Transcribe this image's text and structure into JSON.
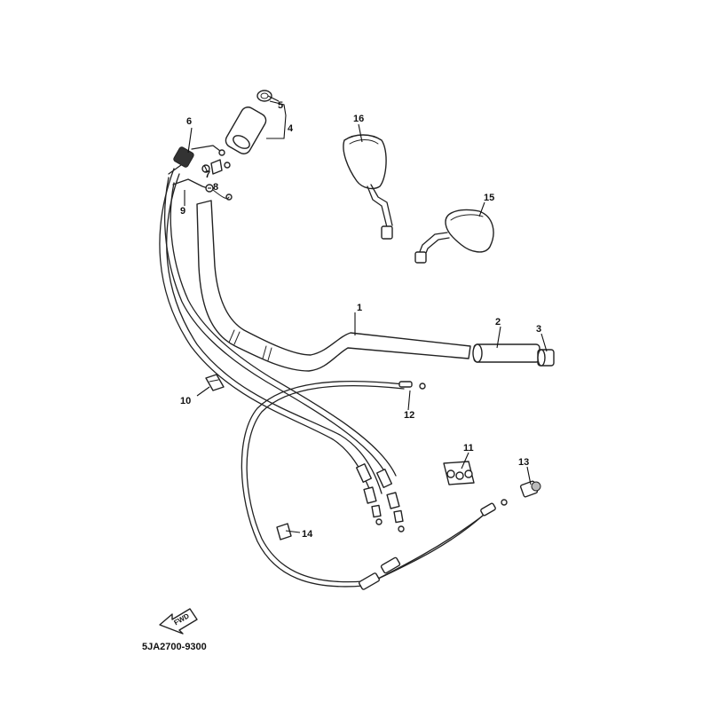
{
  "diagram": {
    "catalog_code": "5JA2700-9300",
    "direction_label": "FWD",
    "parts": [
      {
        "ref": "1"
      },
      {
        "ref": "2"
      },
      {
        "ref": "3"
      },
      {
        "ref": "4"
      },
      {
        "ref": "5"
      },
      {
        "ref": "6"
      },
      {
        "ref": "7"
      },
      {
        "ref": "8"
      },
      {
        "ref": "9"
      },
      {
        "ref": "10"
      },
      {
        "ref": "11"
      },
      {
        "ref": "12"
      },
      {
        "ref": "13"
      },
      {
        "ref": "14"
      },
      {
        "ref": "15"
      },
      {
        "ref": "16"
      }
    ]
  }
}
